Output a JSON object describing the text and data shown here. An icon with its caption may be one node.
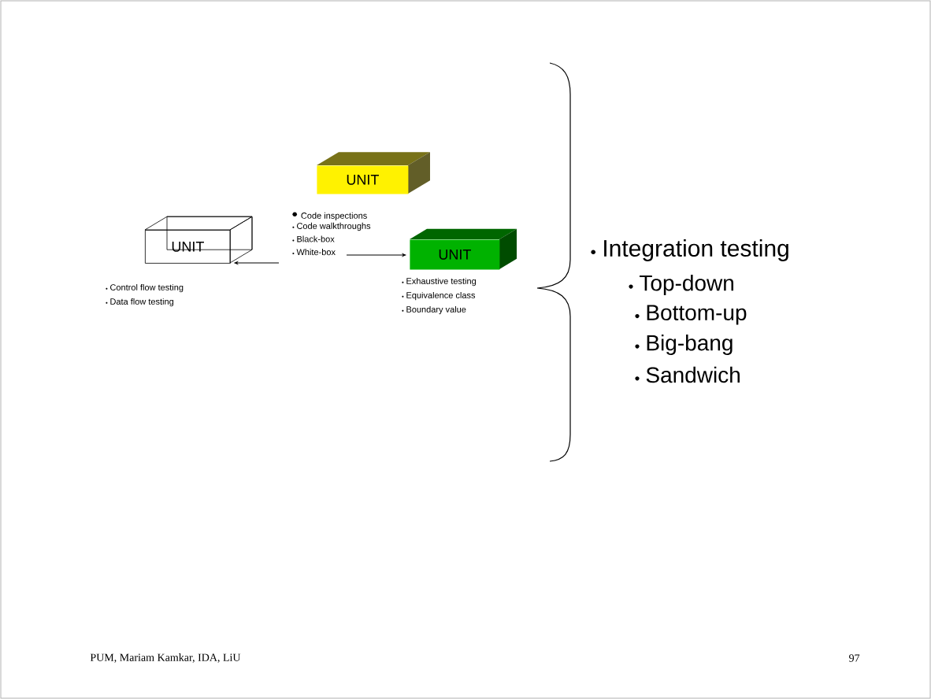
{
  "diagram": {
    "nodes": [
      {
        "text": [
          "UNIT"
        ]
      },
      {
        "text": [
          "UNIT"
        ],
        "beside": [
          "Control flow testing",
          "Data flow testing"
        ]
      },
      {
        "text": [
          "Code inspections",
          "Code walkthroughs",
          "Black-box",
          "White-box"
        ]
      },
      {
        "text": [
          "UNIT"
        ],
        "beside": [
          "Exhaustive testing",
          "Equivalence class",
          "Boundary value"
        ]
      }
    ],
    "edges": [
      {
        "from": 2,
        "to": 1,
        "arrow": "to"
      },
      {
        "from": 2,
        "to": 3,
        "arrow": "to"
      }
    ],
    "labels": [
      "Integration testing",
      "Top-down",
      "Bottom-up",
      "Big-bang",
      "Sandwich",
      "PUM, Mariam Kamkar, IDA, LiU",
      "97"
    ]
  }
}
